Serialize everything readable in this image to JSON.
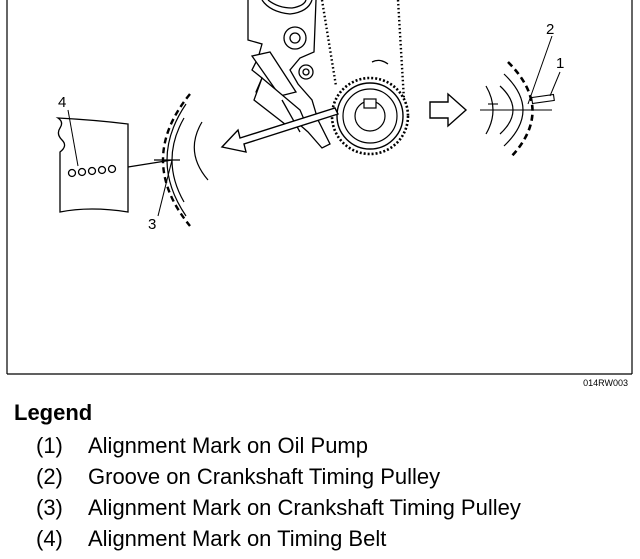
{
  "figure": {
    "figure_id": "014RW003",
    "callouts": {
      "c1": "1",
      "c2": "2",
      "c3": "3",
      "c4": "4"
    }
  },
  "legend": {
    "title": "Legend",
    "items": [
      {
        "num": "(1)",
        "text": "Alignment Mark on Oil Pump"
      },
      {
        "num": "(2)",
        "text": "Groove on Crankshaft Timing Pulley"
      },
      {
        "num": "(3)",
        "text": "Alignment Mark on Crankshaft Timing Pulley"
      },
      {
        "num": "(4)",
        "text": "Alignment Mark on Timing Belt"
      }
    ]
  }
}
